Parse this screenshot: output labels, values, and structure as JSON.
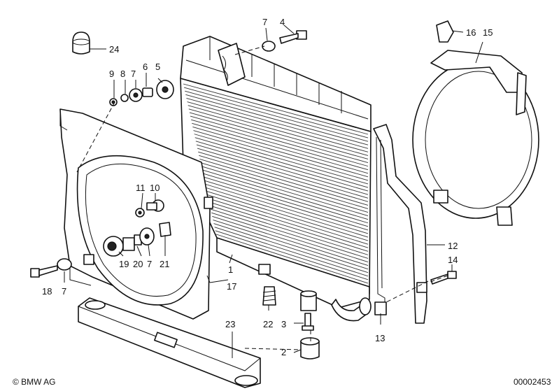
{
  "copyright": "© BMW AG",
  "diagram_number": "00002453",
  "labels": {
    "p1": "1",
    "p2": "2",
    "p3": "3",
    "p4": "4",
    "p5": "5",
    "p6": "6",
    "p7a": "7",
    "p7b": "7",
    "p7c": "7",
    "p7d": "7",
    "p8": "8",
    "p9": "9",
    "p10": "10",
    "p11": "11",
    "p12": "12",
    "p13": "13",
    "p14": "14",
    "p15": "15",
    "p16": "16",
    "p17": "17",
    "p18": "18",
    "p19": "19",
    "p20": "20",
    "p21": "21",
    "p22": "22",
    "p23": "23",
    "p24": "24"
  }
}
